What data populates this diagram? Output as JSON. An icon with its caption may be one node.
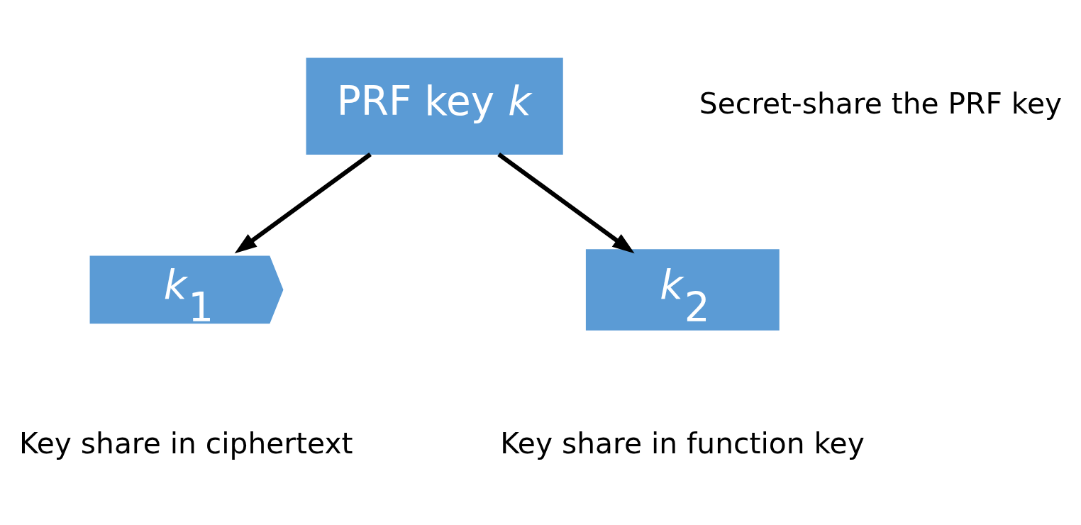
{
  "diagram": {
    "nodes": [
      {
        "text": [
          "PRF key *k*"
        ]
      },
      {
        "text": [
          "*k*$_{1}$"
        ],
        "beside": [
          "Key share in ciphertext"
        ]
      },
      {
        "text": [
          "*k*$_{2}$"
        ],
        "beside": [
          "Key share in function key"
        ]
      }
    ],
    "edges": [
      {
        "from": 0,
        "to": 1,
        "arrow": "to"
      },
      {
        "from": 0,
        "to": 2,
        "arrow": "to"
      }
    ],
    "labels": [
      "Secret-share the PRF key"
    ]
  }
}
